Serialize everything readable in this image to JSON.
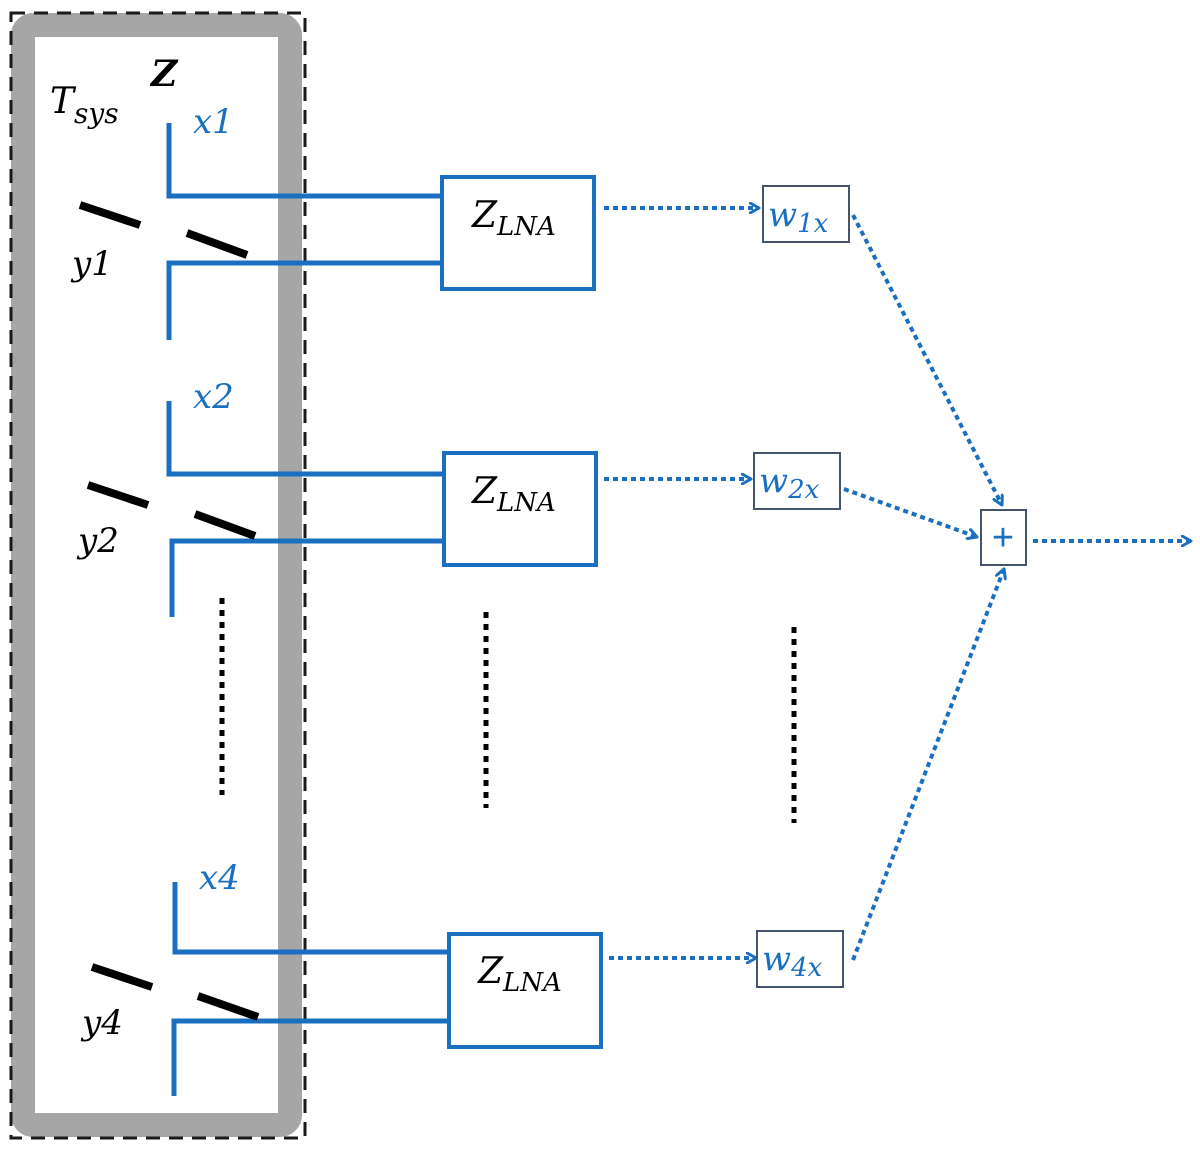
{
  "colors": {
    "blue": "#1a6fc0",
    "black": "#000000",
    "enclosure_gray": "#a6a6a6",
    "weight_box_border": "#44546a"
  },
  "enclosure": {
    "tsys_label": "T",
    "tsys_sub": "sys",
    "z_label": "Z"
  },
  "antennas": [
    {
      "x_label": "x1",
      "y_label": "y1"
    },
    {
      "x_label": "x2",
      "y_label": "y2"
    },
    {
      "x_label": "x4",
      "y_label": "y4"
    }
  ],
  "lna": [
    {
      "main": "Z",
      "sub": "LNA"
    },
    {
      "main": "Z",
      "sub": "LNA"
    },
    {
      "main": "Z",
      "sub": "LNA"
    }
  ],
  "weights": [
    {
      "main": "w",
      "sub": "1x"
    },
    {
      "main": "w",
      "sub": "2x"
    },
    {
      "main": "w",
      "sub": "4x"
    }
  ],
  "summer": {
    "symbol": "+"
  }
}
